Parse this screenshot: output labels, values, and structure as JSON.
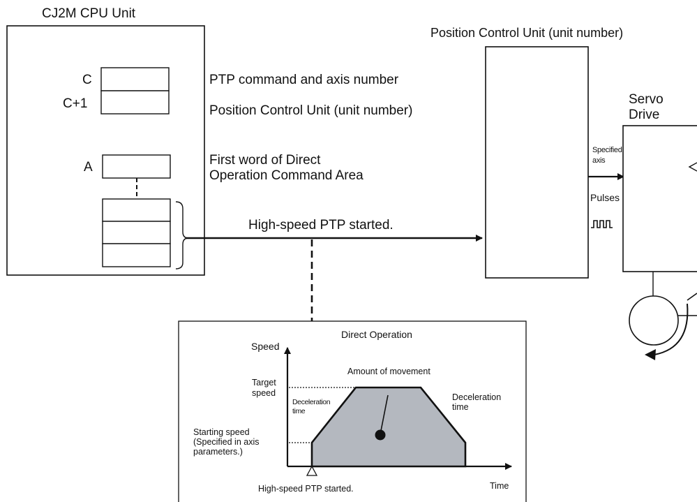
{
  "cpu_unit": {
    "title": "CJ2M CPU Unit",
    "word_c": "C",
    "word_c1": "C+1",
    "word_a": "A",
    "desc_c": "PTP command and axis number",
    "desc_c1": "Position Control Unit (unit number)",
    "desc_a_line1": "First word of Direct",
    "desc_a_line2": "Operation Command Area"
  },
  "signal": {
    "start_label": "High-speed PTP started."
  },
  "position_control_unit": {
    "title": "Position Control Unit (unit number)",
    "specified_axis_line1": "Specified",
    "specified_axis_line2": "axis",
    "pulses": "Pulses"
  },
  "servo_drive": {
    "title_line1": "Servo",
    "title_line2": "Drive"
  },
  "direct_operation": {
    "title": "Direct Operation",
    "y_axis": "Speed",
    "x_axis": "Time",
    "target_speed_line1": "Target",
    "target_speed_line2": "speed",
    "starting_speed_line1": "Starting speed",
    "starting_speed_line2": "(Specified in axis",
    "starting_speed_line3": "parameters.)",
    "amount_of_movement": "Amount of movement",
    "accel_time_line1": "Deceleration",
    "accel_time_line2": "time",
    "decel_time_line1": "Deceleration",
    "decel_time_line2": "time",
    "start_marker": "High-speed PTP started."
  }
}
